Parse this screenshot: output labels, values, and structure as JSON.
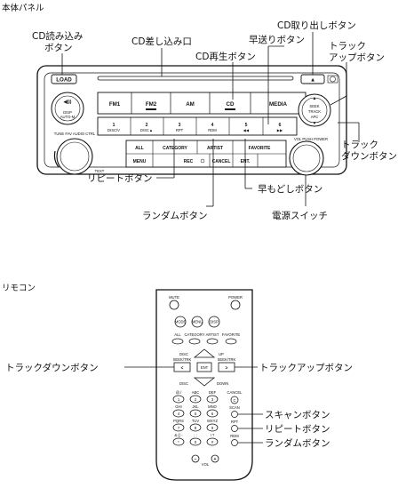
{
  "sections": {
    "main_unit": "本体パネル",
    "remote": "リモコン"
  },
  "head_unit": {
    "labels": {
      "cd_load": "CD読み込み",
      "cd_load_2": "ボタン",
      "cd_slot": "CD差し込み口",
      "cd_play": "CD再生ボタン",
      "fast_forward": "早送りボタン",
      "cd_eject": "CD取り出しボタン",
      "track_up": "トラック",
      "track_up_2": "アップボタン",
      "track_down": "トラック",
      "track_down_2": "ダウンボタン",
      "repeat": "リピートボタン",
      "rewind": "早もどしボタン",
      "random": "ランダムボタン",
      "power": "電源スイッチ"
    },
    "buttons": {
      "load": "LOAD",
      "eject": "▲",
      "fm1": "FM1",
      "fm2": "FM2",
      "am": "AM",
      "cd": "CD",
      "media": "MEDIA",
      "all": "ALL",
      "category": "CATEGORY",
      "artist": "ARTIST",
      "favorite": "FAVORITE",
      "menu": "MENU",
      "rec": "REC",
      "cancel": "CANCEL",
      "ent": "ENT.",
      "seek_line1": "SEEK",
      "seek_line2": "TRACK",
      "seek_line3": "APC",
      "disp_line1": "DISP",
      "disp_line2": "AUTO-M",
      "tune": "TUNE  FAV  AUDIO  CTRL",
      "vol": "VOL  PUSH POWER",
      "text": "TEXT"
    },
    "presets": [
      {
        "num": "1",
        "sub": "DISC/V"
      },
      {
        "num": "2",
        "sub": "DISC▲"
      },
      {
        "num": "3",
        "sub": "RPT"
      },
      {
        "num": "4",
        "sub": "RDM"
      },
      {
        "num": "5",
        "sub": "◀◀"
      },
      {
        "num": "6",
        "sub": "▶▶"
      }
    ]
  },
  "remote": {
    "labels": {
      "track_down": "トラックダウンボタン",
      "track_up": "トラックアップボタン",
      "scan": "スキャンボタン",
      "repeat": "リピートボタン",
      "random": "ランダムボタン"
    },
    "buttons": {
      "mute": "MUTE",
      "power": "POWER",
      "mode": "MODE",
      "menu": "MENU",
      "disp": "DISP",
      "all": "ALL",
      "category": "CATEGORY",
      "artist": "ARTIST",
      "favorite": "FAVORITE",
      "disc_up": "DISC",
      "up": "UP",
      "seek_trk_left": "SEEK/TRK",
      "seek_trk_right": "SEEK/TRK",
      "ent": "ENT",
      "disc_down": "DISC",
      "down": "DOWN",
      "cancel": "CANCEL",
      "scan": "SCAN",
      "rpt": "RPT",
      "rdm": "RDM",
      "vol": "VOL",
      "minus": "−",
      "plus": "+"
    },
    "keypad": [
      {
        "num": "1",
        "sub": "@./"
      },
      {
        "num": "2",
        "sub": "ABC"
      },
      {
        "num": "3",
        "sub": "DEF"
      },
      {
        "num": "4",
        "sub": "GHI"
      },
      {
        "num": "5",
        "sub": "JKL"
      },
      {
        "num": "6",
        "sub": "MNO"
      },
      {
        "num": "7",
        "sub": "PQRS"
      },
      {
        "num": "8",
        "sub": "TUV"
      },
      {
        "num": "9",
        "sub": "WXYZ"
      },
      {
        "num": "*",
        "sub": "& () -"
      },
      {
        "num": "0",
        "sub": "; :"
      },
      {
        "num": "#",
        "sub": "! ?"
      }
    ]
  }
}
